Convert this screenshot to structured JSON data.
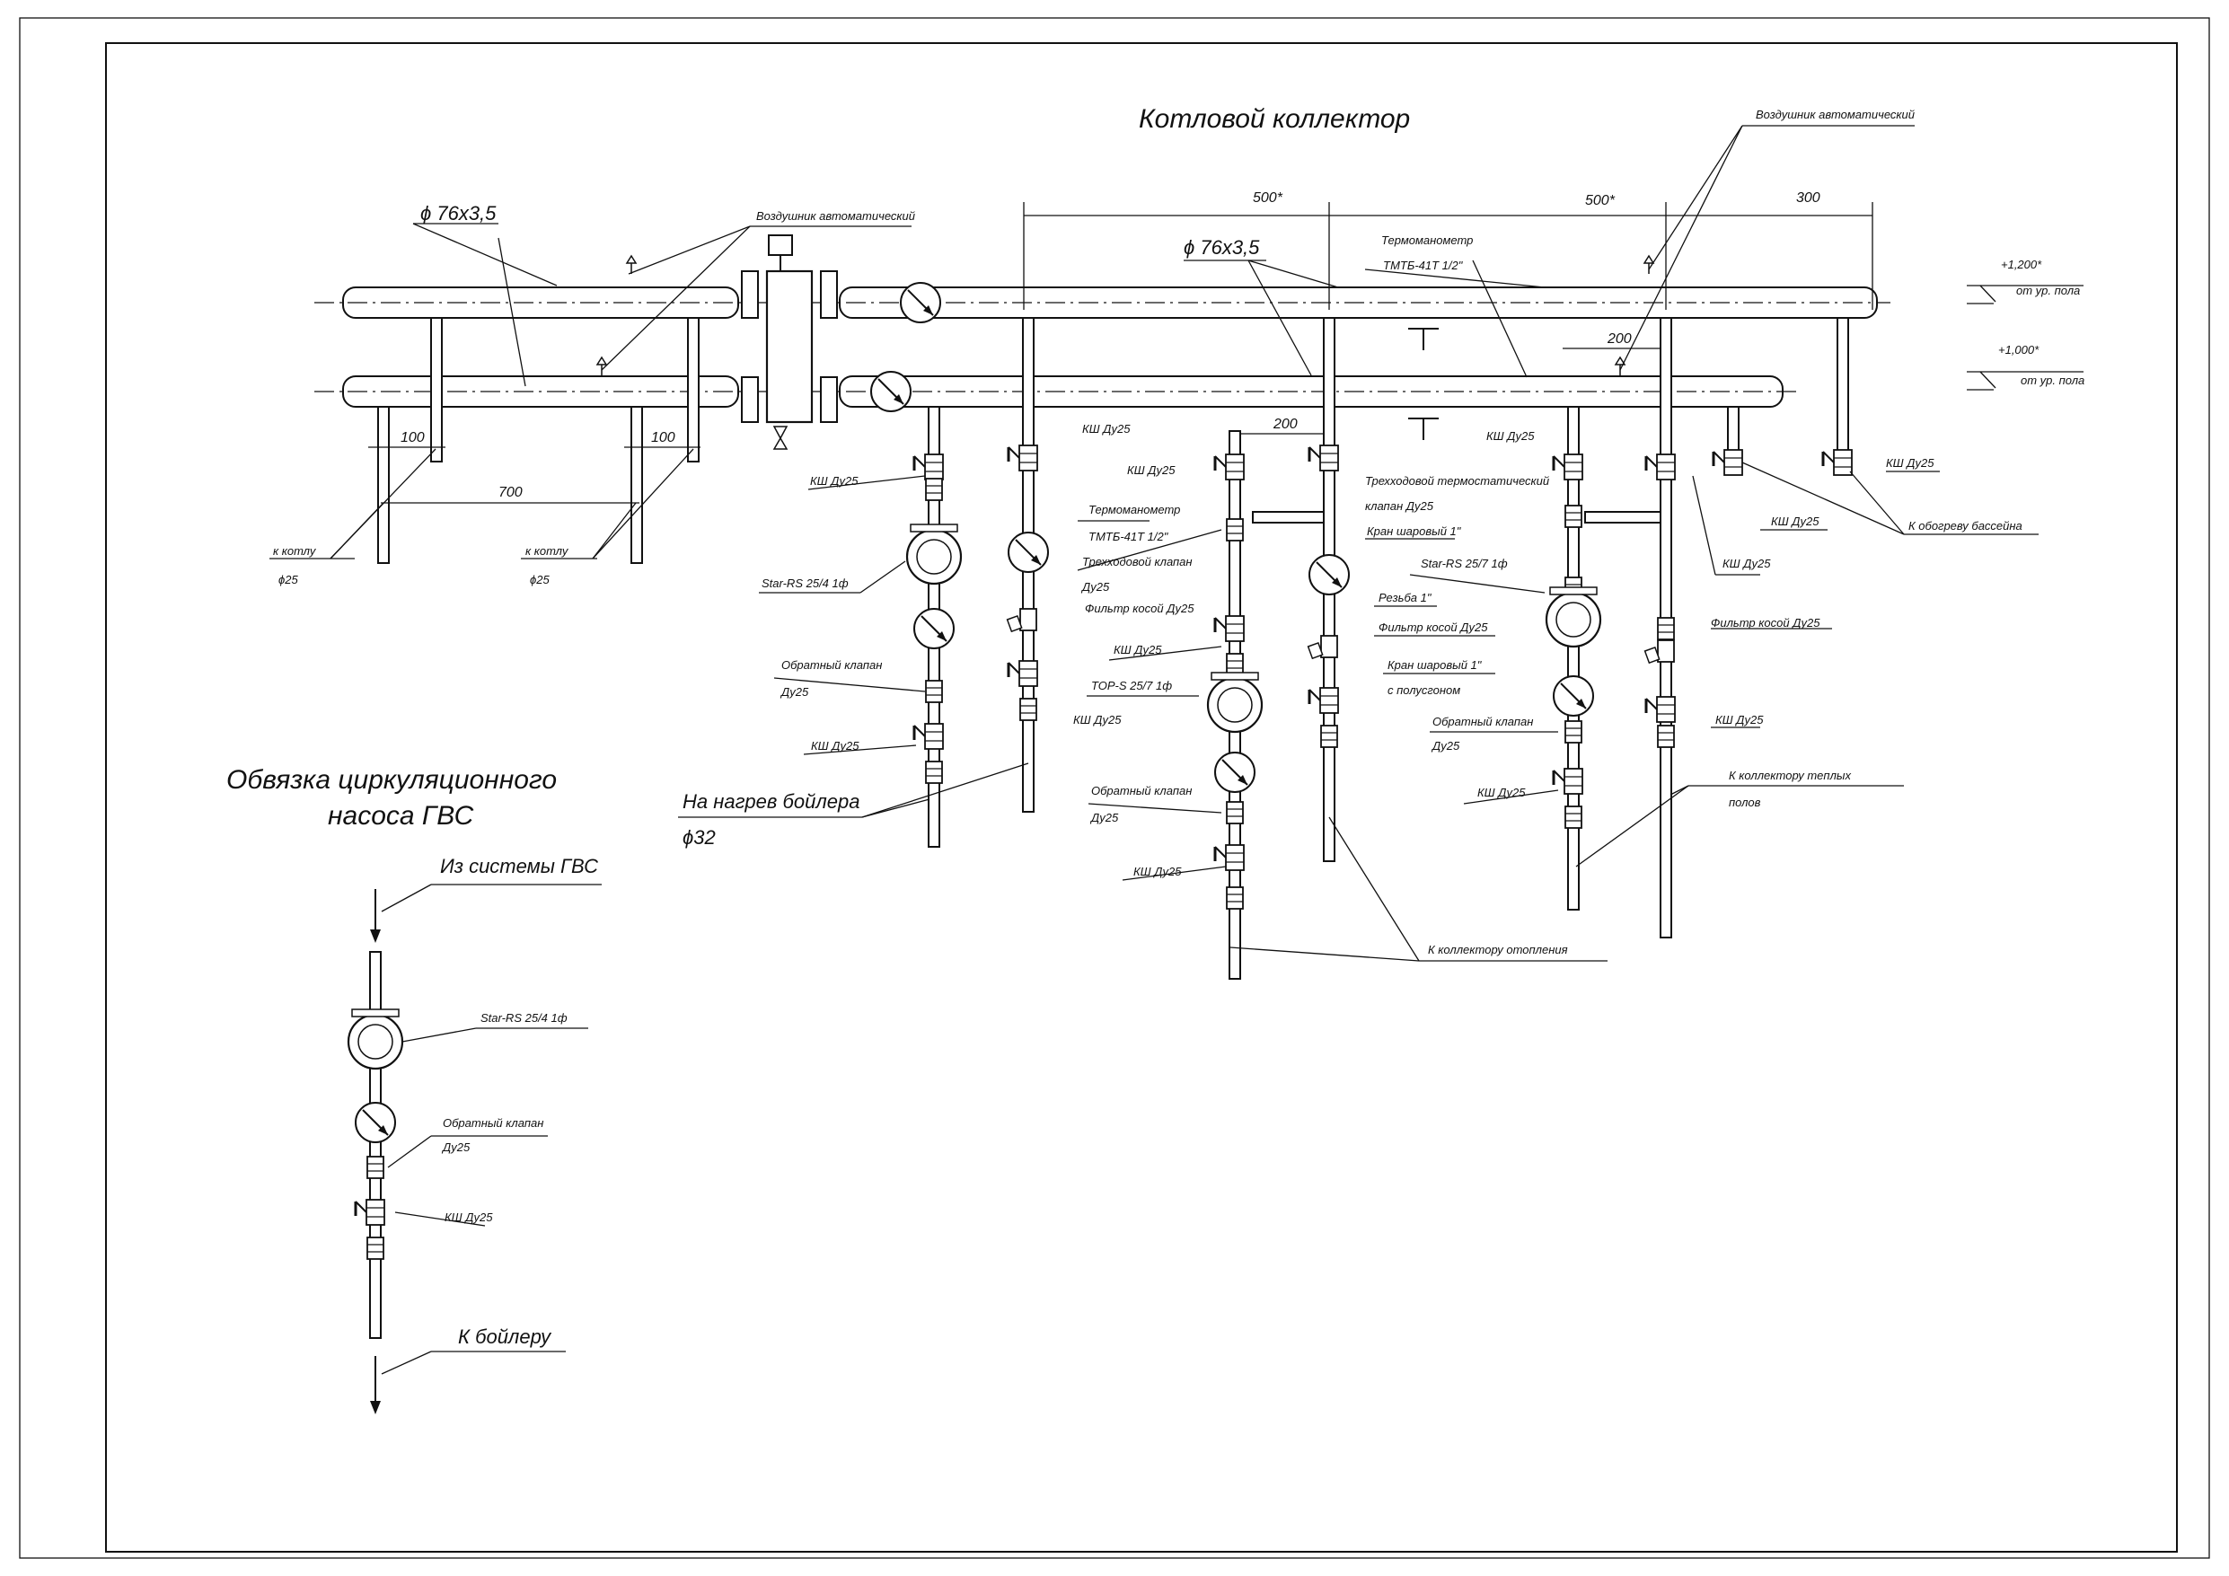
{
  "titles": {
    "main": "Котловой коллектор",
    "dhw_line1": "Обвязка циркуляционного",
    "dhw_line2": "насоса ГВС"
  },
  "dimensions": {
    "d1": "500*",
    "d2": "500*",
    "d3": "300",
    "d4": "200",
    "d5": "200",
    "d6": "100",
    "d7": "100",
    "d8": "700"
  },
  "levels": {
    "upper_value": "+1,200*",
    "upper_text": "от ур. пола",
    "lower_value": "+1,000*",
    "lower_text": "от ур. пола"
  },
  "labels": {
    "pipe_upper": "ϕ 76х3,5",
    "pipe_lower": "ϕ 76х3,5",
    "air_vent_left": "Воздушник автоматический",
    "air_vent_right": "Воздушник автоматический",
    "thermomanometer_top_1": "Термоманометр",
    "thermomanometer_top_2": "ТМТБ-41Т 1/2\"",
    "to_boiler_1": "к котлу",
    "to_boiler_1_d": "ϕ25",
    "to_boiler_2": "к котлу",
    "to_boiler_2_d": "ϕ25",
    "ksh_a": "КШ Ду25",
    "star_a": "Star-RS 25/4 1ф",
    "check_a_1": "Обратный клапан",
    "check_a_2": "Ду25",
    "ksh_a2": "КШ Ду25",
    "boiler_heat": "На нагрев бойлера",
    "boiler_heat_d": "ϕ32",
    "ksh_b": "КШ Ду25",
    "ksh_c": "КШ Ду25",
    "thermo_b_1": "Термоманометр",
    "thermo_b_2": "ТМТБ-41Т 1/2\"",
    "three_way_1": "Трехходовой клапан",
    "three_way_2": "Ду25",
    "filter_b": "Фильтр косой Ду25",
    "ksh_d": "КШ Ду25",
    "top_s": "TOP-S 25/7 1ф",
    "ksh_e": "КШ Ду25",
    "check_c_1": "Обратный клапан",
    "check_c_2": "Ду25",
    "ksh_f": "КШ Ду25",
    "three_thermo_1": "Трехходовой термостатический",
    "three_thermo_2": "клапан Ду25",
    "ball_valve_1": "Кран шаровый 1\"",
    "thread": "Резьба 1\"",
    "filter_c": "Фильтр косой Ду25",
    "ball_valve_2a": "Кран шаровый 1\"",
    "ball_valve_2b": "с полусгоном",
    "ksh_g": "КШ Ду25",
    "star_b": "Star-RS 25/7 1ф",
    "check_d_1": "Обратный клапан",
    "check_d_2": "Ду25",
    "ksh_h": "КШ Ду25",
    "ksh_i": "КШ Ду25",
    "ksh_j": "КШ Ду25",
    "ksh_k": "КШ Ду25",
    "filter_d": "Фильтр косой Ду25",
    "ksh_l": "КШ Ду25",
    "pool_heat": "К обогреву бассейна",
    "floor_coll_1": "К коллектору теплых",
    "floor_coll_2": "полов",
    "heating_coll": "К коллектору отопления",
    "from_dhw": "Из системы ГВС",
    "star_c": "Star-RS 25/4 1ф",
    "check_e_1": "Обратный клапан",
    "check_e_2": "Ду25",
    "ksh_m": "КШ Ду25",
    "to_boiler_tank": "К бойлеру"
  },
  "icons": {
    "gauge": "gauge-icon",
    "pump": "pump-icon",
    "ball_valve": "ball-valve-icon",
    "arrow": "flow-arrow-icon"
  }
}
